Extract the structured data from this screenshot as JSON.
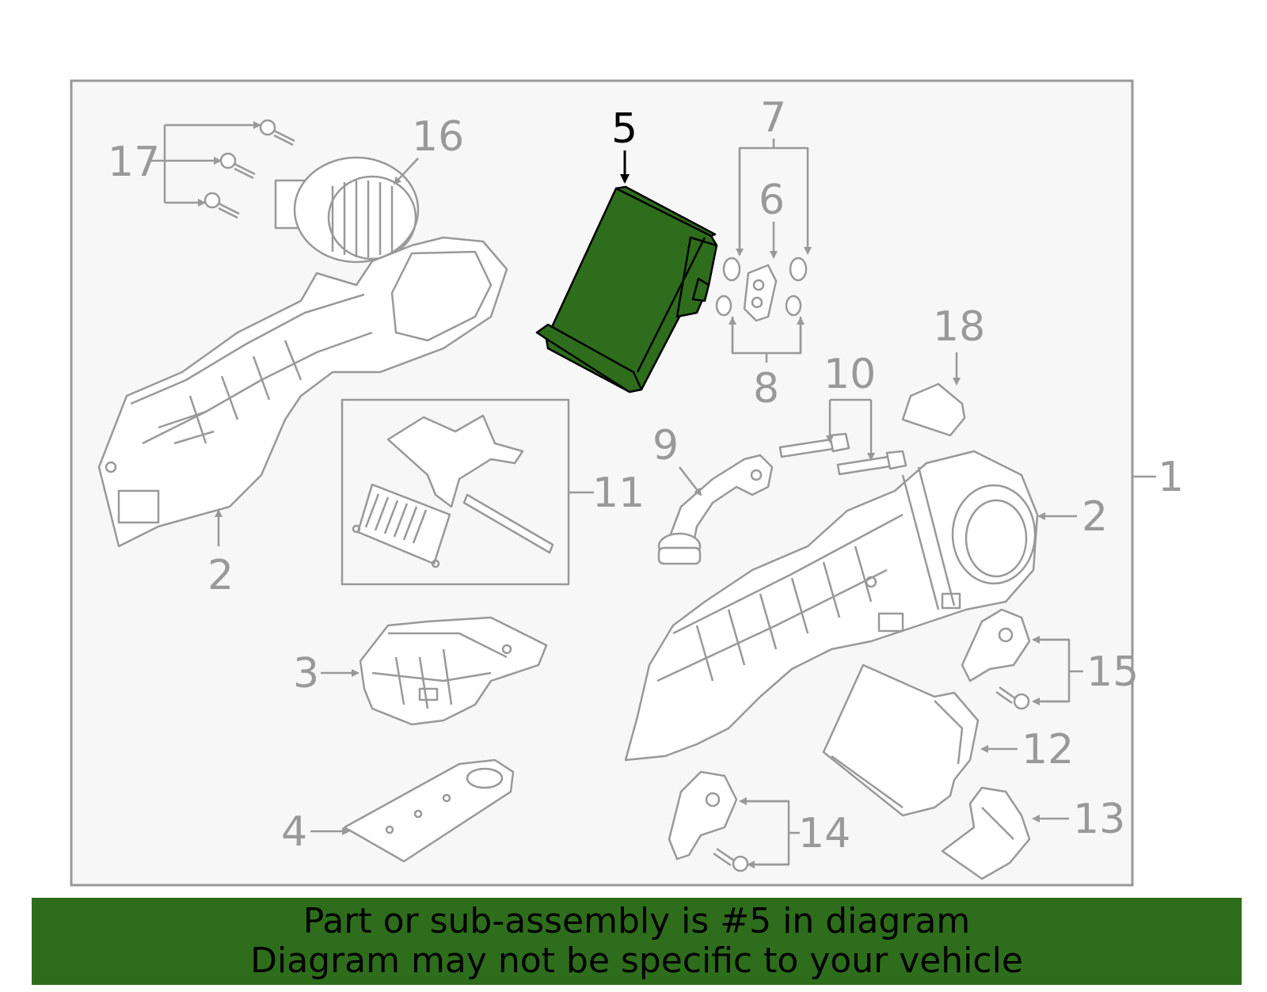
{
  "diagram": {
    "highlighted_part": "5",
    "callouts": {
      "c1": "1",
      "c2a": "2",
      "c2b": "2",
      "c3": "3",
      "c4": "4",
      "c5": "5",
      "c6": "6",
      "c7": "7",
      "c8": "8",
      "c9": "9",
      "c10": "10",
      "c11": "11",
      "c12": "12",
      "c13": "13",
      "c14": "14",
      "c15": "15",
      "c16": "16",
      "c17": "17",
      "c18": "18"
    }
  },
  "banner": {
    "line1": "Part or sub-assembly is #5 in diagram",
    "line2": "Diagram may not be specific to your vehicle"
  },
  "colors": {
    "line_gray": "#999999",
    "panel_bg": "#f7f7f7",
    "highlight_fill": "#2e6d1c",
    "banner_bg": "#2e6d1c"
  }
}
